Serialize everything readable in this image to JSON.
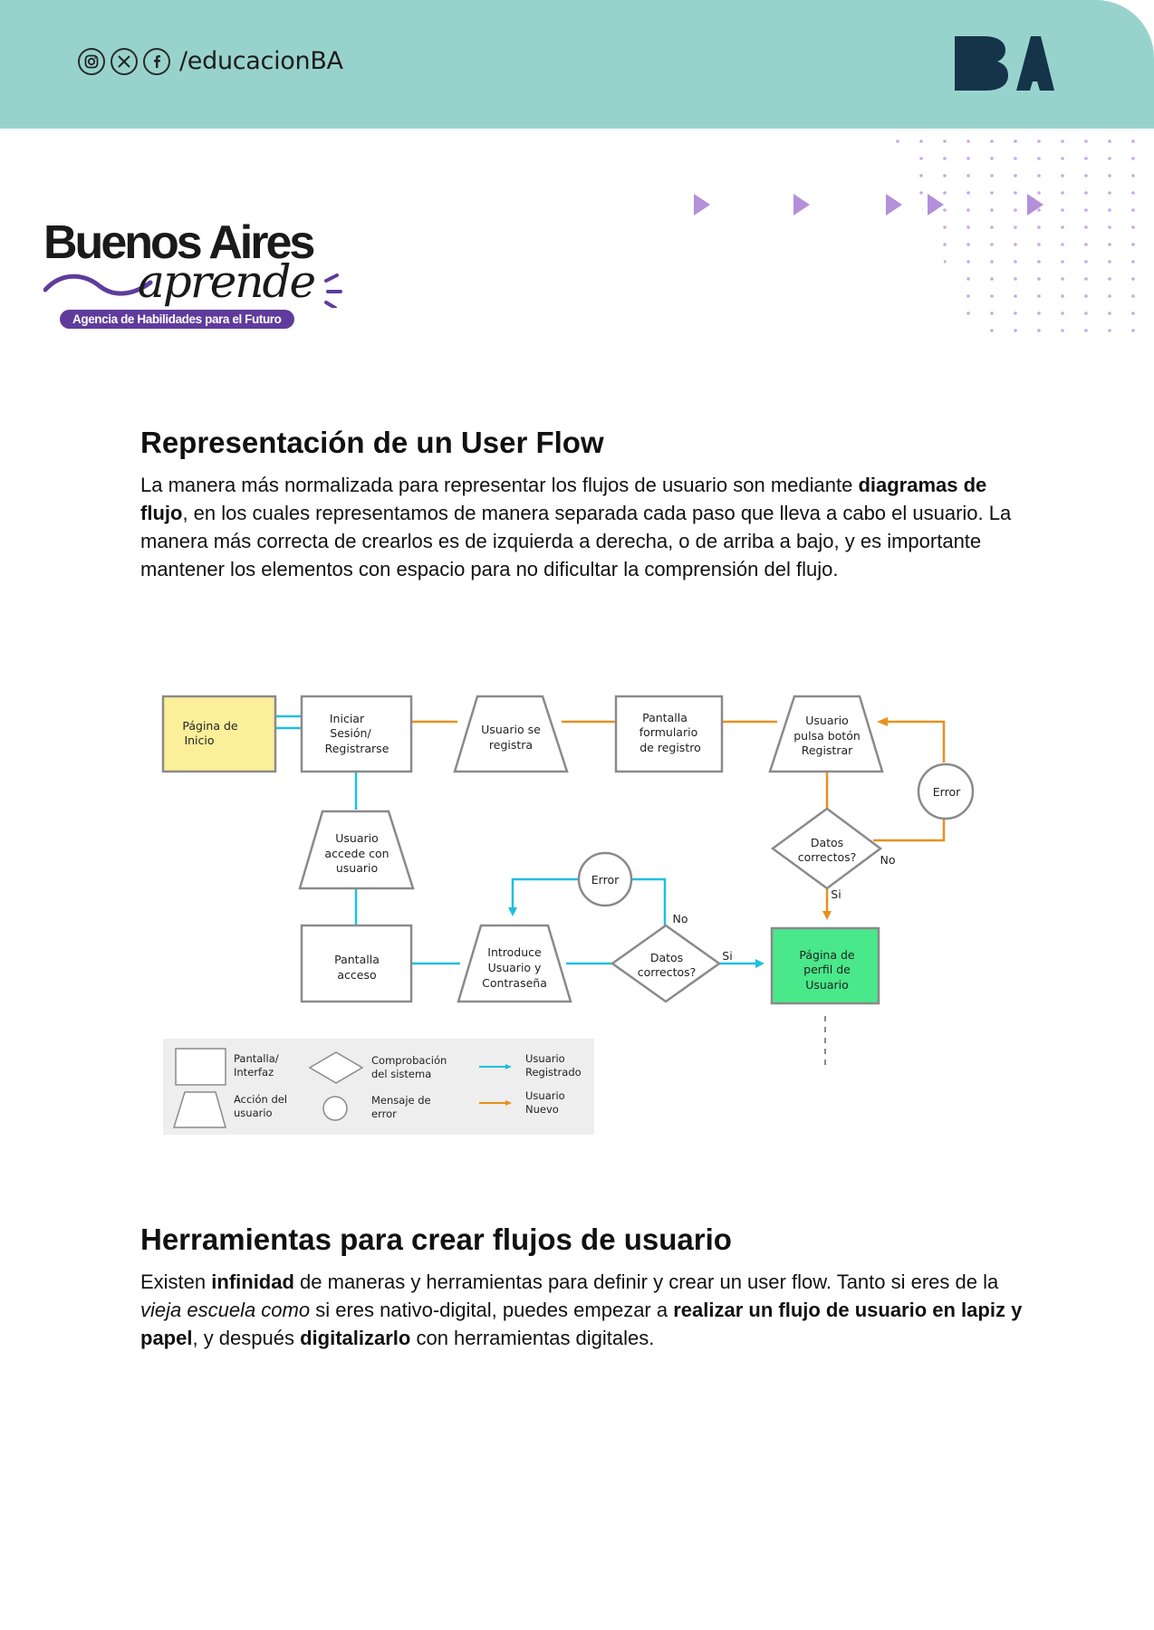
{
  "header": {
    "social_icons": [
      "instagram-icon",
      "x-icon",
      "facebook-icon"
    ],
    "handle": "/educacionBA",
    "brand_logo_text": "BA"
  },
  "logo": {
    "title": "Buenos Aires",
    "script": "aprende",
    "tagline": "Agencia de Habilidades para el Futuro"
  },
  "section1": {
    "heading": "Representación de un User Flow",
    "p_segments": [
      {
        "text": "La manera más normalizada para representar los flujos de usuario son mediante ",
        "style": "normal"
      },
      {
        "text": "diagramas de flujo",
        "style": "bold"
      },
      {
        "text": ", en los cuales representamos de manera separada cada paso que lleva a cabo el usuario. La manera más correcta de crearlos es de izquierda a derecha, o de arriba a bajo, y es importante mantener los elementos con espacio para no dificultar la comprensión del flujo.",
        "style": "normal"
      }
    ]
  },
  "flow": {
    "nodes": {
      "pagina_inicio": "Página de Inicio",
      "iniciar_sesion": "Iniciar Sesión/ Registrarse",
      "usuario_registra": "Usuario se registra",
      "pantalla_formulario": "Pantalla formulario de registro",
      "usuario_pulsa": "Usuario pulsa botón Registrar",
      "error_top": "Error",
      "datos_correctos_right": "Datos correctos?",
      "no_right": "No",
      "si_right": "Si",
      "usuario_accede": "Usuario accede con usuario",
      "error_mid": "Error",
      "no_mid": "No",
      "pantalla_acceso": "Pantalla acceso",
      "introduce": "Introduce Usuario y Contraseña",
      "datos_correctos_mid": "Datos correctos?",
      "si_mid": "Si",
      "pagina_perfil": "Página de perfil de Usuario"
    },
    "legend": {
      "pantalla": "Pantalla/ Interfaz",
      "accion": "Acción del usuario",
      "comprobacion": "Comprobación del sistema",
      "mensaje": "Mensaje de error",
      "registrado": "Usuario Registrado",
      "nuevo": "Usuario Nuevo"
    },
    "colors": {
      "registered": "#1fbfe0",
      "new": "#e8901e",
      "start_fill": "#fbef9a",
      "end_fill": "#49e88a",
      "stroke": "#8a8a8a"
    }
  },
  "section2": {
    "heading": "Herramientas para crear flujos de usuario",
    "p_segments": [
      {
        "text": "Existen ",
        "style": "normal"
      },
      {
        "text": "infinidad",
        "style": "bold"
      },
      {
        "text": " de maneras y herramientas para definir y crear un user flow. Tanto si eres de la ",
        "style": "normal"
      },
      {
        "text": "vieja escuela como",
        "style": "italic"
      },
      {
        "text": " si eres nativo-digital, puedes empezar a ",
        "style": "normal"
      },
      {
        "text": "realizar un flujo de usuario en lapiz y papel",
        "style": "bold"
      },
      {
        "text": ", y después ",
        "style": "normal"
      },
      {
        "text": "digitalizarlo",
        "style": "bold"
      },
      {
        "text": " con herramientas digitales.",
        "style": "normal"
      }
    ]
  }
}
